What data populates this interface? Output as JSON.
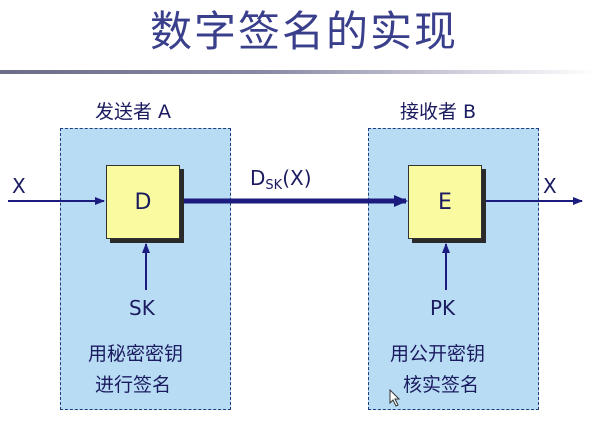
{
  "title": "数字签名的实现",
  "sender": {
    "heading": "发送者 A",
    "box_label": "D",
    "key": "SK",
    "caption_line1": "用秘密密钥",
    "caption_line2": "进行签名"
  },
  "receiver": {
    "heading": "接收者 B",
    "box_label": "E",
    "key": "PK",
    "caption_line1": "用公开密钥",
    "caption_line2": "核实签名"
  },
  "input_label": "X",
  "output_label": "X",
  "signed_message": {
    "prefix": "D",
    "subscript": "SK",
    "suffix": "(X)"
  },
  "colors": {
    "title": "#3a3f8c",
    "panel_fill": "#b8dcf4",
    "box_fill": "#fafaa0",
    "arrow": "#1b1b80"
  }
}
